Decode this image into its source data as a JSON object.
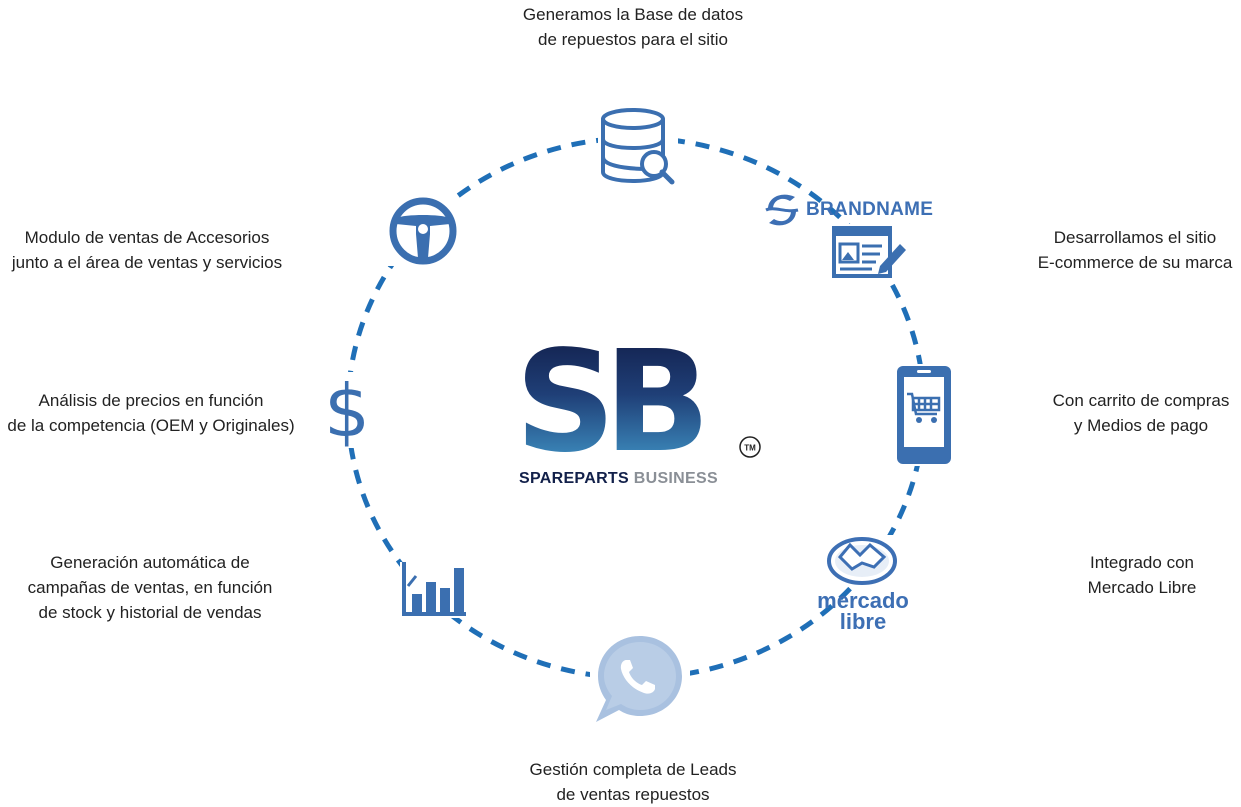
{
  "logo": {
    "mark": "SB",
    "tm": "TM",
    "sub_a": "SPAREPARTS",
    "sub_b": "BUSINESS"
  },
  "brandname_logo": "BRANDNAME",
  "mercadolibre_logo": {
    "line1": "mercado",
    "line2": "libre"
  },
  "colors": {
    "ring": "#1f6fb7",
    "icon": "#3b6fb0",
    "logo_dark": "#101a44",
    "logo_light": "#3f9bd0"
  },
  "items": [
    {
      "icon": "database-search-icon",
      "lines": [
        "Generamos la Base de datos",
        "de repuestos para el sitio"
      ]
    },
    {
      "icon": "web-editor-icon",
      "lines": [
        "Desarrollamos el sitio",
        "E-commerce de su marca"
      ]
    },
    {
      "icon": "mobile-cart-icon",
      "lines": [
        "Con carrito de compras",
        "y Medios de pago"
      ]
    },
    {
      "icon": "mercadolibre-handshake-icon",
      "lines": [
        "Integrado con",
        "Mercado Libre"
      ]
    },
    {
      "icon": "whatsapp-icon",
      "lines": [
        "Gestión completa de Leads",
        "de ventas repuestos"
      ]
    },
    {
      "icon": "bar-chart-icon",
      "lines": [
        "Generación automática de",
        "campañas de ventas, en función",
        "de stock y historial de vendas"
      ]
    },
    {
      "icon": "dollar-icon",
      "lines": [
        "Análisis de precios en función",
        "de la competencia (OEM y Originales)"
      ]
    },
    {
      "icon": "steering-wheel-icon",
      "lines": [
        "Modulo de ventas de Accesorios",
        "junto  a el área de ventas y servicios"
      ]
    }
  ]
}
